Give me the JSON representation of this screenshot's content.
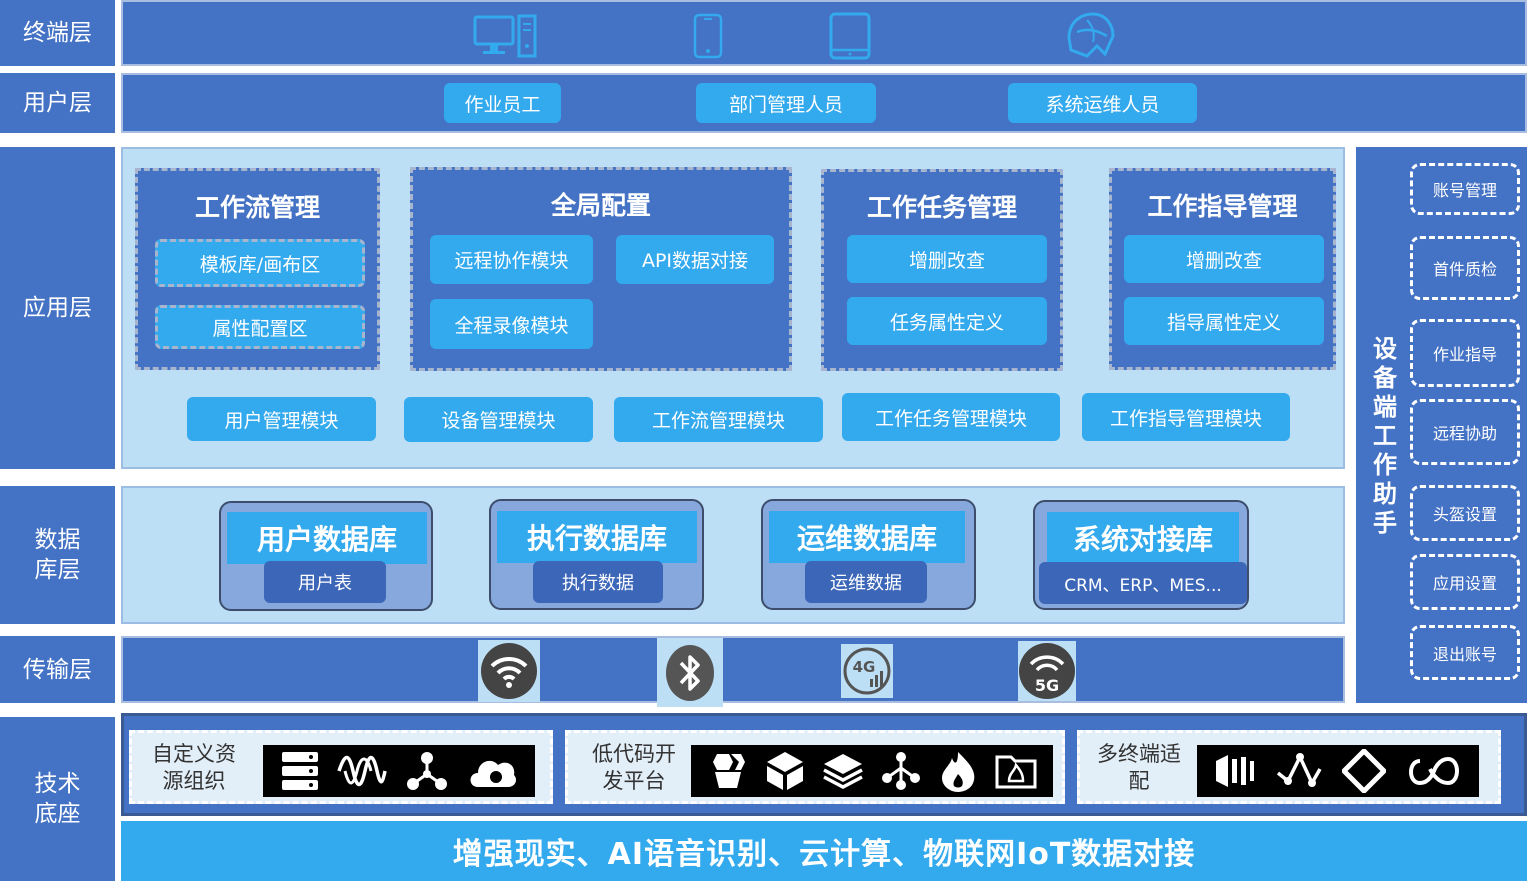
{
  "layers": {
    "terminal": "终端层",
    "user": "用户层",
    "app": "应用层",
    "database": "数据库层",
    "transport": "传输层",
    "tech": "技术底座"
  },
  "terminal_icons": [
    "desktop-computer-icon",
    "smartphone-icon",
    "tablet-icon",
    "helmet-icon"
  ],
  "user_roles": [
    "作业员工",
    "部门管理人员",
    "系统运维人员"
  ],
  "app": {
    "workflow": {
      "title": "工作流管理",
      "items": [
        "模板库/画布区",
        "属性配置区"
      ]
    },
    "global_config": {
      "title": "全局配置",
      "items": [
        "远程协作模块",
        "API数据对接",
        "全程录像模块"
      ]
    },
    "task": {
      "title": "工作任务管理",
      "items": [
        "增删改查",
        "任务属性定义"
      ]
    },
    "guide": {
      "title": "工作指导管理",
      "items": [
        "增删改查",
        "指导属性定义"
      ]
    },
    "modules": [
      "用户管理模块",
      "设备管理模块",
      "工作流管理模块",
      "工作任务管理模块",
      "工作指导管理模块"
    ]
  },
  "databases": [
    {
      "title": "用户数据库",
      "sub": "用户表"
    },
    {
      "title": "执行数据库",
      "sub": "执行数据"
    },
    {
      "title": "运维数据库",
      "sub": "运维数据"
    },
    {
      "title": "系统对接库",
      "sub": "CRM、ERP、MES..."
    }
  ],
  "transport_icons": [
    "wifi-icon",
    "bluetooth-icon",
    "4g-icon",
    "5g-icon"
  ],
  "transport_text": {
    "g4": "4G",
    "g5": "5G"
  },
  "sidebar": {
    "title": "设备端工作助手",
    "items": [
      "账号管理",
      "首件质检",
      "作业指导",
      "远程协助",
      "头盔设置",
      "应用设置",
      "退出账号"
    ]
  },
  "tech": {
    "groups": [
      {
        "label": "自定义资源组织",
        "icons": [
          "server-rack-icon",
          "waveform-icon",
          "network-nodes-icon",
          "cloud-icon"
        ]
      },
      {
        "label": "低代码开发平台",
        "icons": [
          "hexagon-cluster-icon",
          "cube-icon",
          "layers-stack-icon",
          "tree-hierarchy-icon",
          "flame-icon",
          "folder-icon"
        ]
      },
      {
        "label": "多终端适配",
        "icons": [
          "signal-bars-icon",
          "line-nodes-icon",
          "diamond-frame-icon",
          "infinity-icon"
        ]
      }
    ],
    "banner": "增强现实、AI语音识别、云计算、物联网IoT数据对接"
  },
  "colors": {
    "dark_blue": "#4472c4",
    "light_blue": "#bcdff5",
    "cyan": "#33a9ee",
    "pill_dark": "#3c66b8",
    "db_box": "#86a8dd",
    "dashed": "#a7b5cf"
  }
}
